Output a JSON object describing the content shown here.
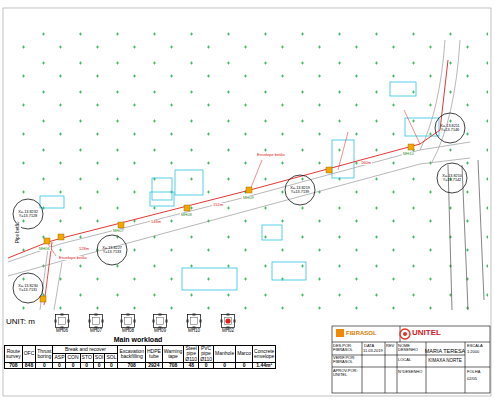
{
  "diagram": {
    "nodes": [
      {
        "text": [
          "MH06"
        ]
      },
      {
        "text": [
          "MH07"
        ]
      },
      {
        "text": [
          "MH08"
        ]
      },
      {
        "text": [
          "MH09"
        ]
      },
      {
        "text": [
          "MH10"
        ]
      },
      {
        "text": [
          "MH02"
        ]
      }
    ],
    "labels": [
      "UNIT: m",
      "Main workload",
      "Route survey",
      "OFC",
      "Thrust boring",
      "Break and recover",
      "ASP",
      "CON",
      "STO",
      "SOI",
      "SOL",
      "Excavation backfilling",
      "HDPE tube",
      "Warning tape",
      "Steel pipe Ø110",
      "PVC pipe Ø110",
      "Manhole",
      "Marco",
      "Concrete envelope",
      "708",
      "848",
      "0",
      "0",
      "0",
      "0",
      "0",
      "0",
      "708",
      "2924",
      "708",
      "48",
      "0",
      "0",
      "0",
      "1.44m³",
      "FIBRASOL",
      "UNITEL",
      "DES.POR: FIBRASOL",
      "VERIF.POR: FIBRASOL",
      "APROV.POR: UNITEL",
      "DATA",
      "11.03.2019",
      "REV",
      "NOME DESENHO",
      "MARIA TERESA",
      "LOCAL",
      "KIMAXA NORTE",
      "N°DESENHO",
      "ESCALA",
      "1:2000",
      "FOLHA",
      "02/05",
      "MH06",
      "MH07",
      "MH08",
      "MH09",
      "MH10",
      "Pipe betão",
      "Envelope betão",
      "Envelope betão",
      "X=-13.8232 Y=13.7128",
      "X=-13.8230 Y=13.7131",
      "X=-13.8227 Y=13.7133",
      "X=-13.8219 Y=13.7139",
      "X=-13.8211 Y=13.7146",
      "X=-13.8210 Y=13.7142",
      "128m",
      "146m",
      "152m",
      "160m"
    ]
  }
}
